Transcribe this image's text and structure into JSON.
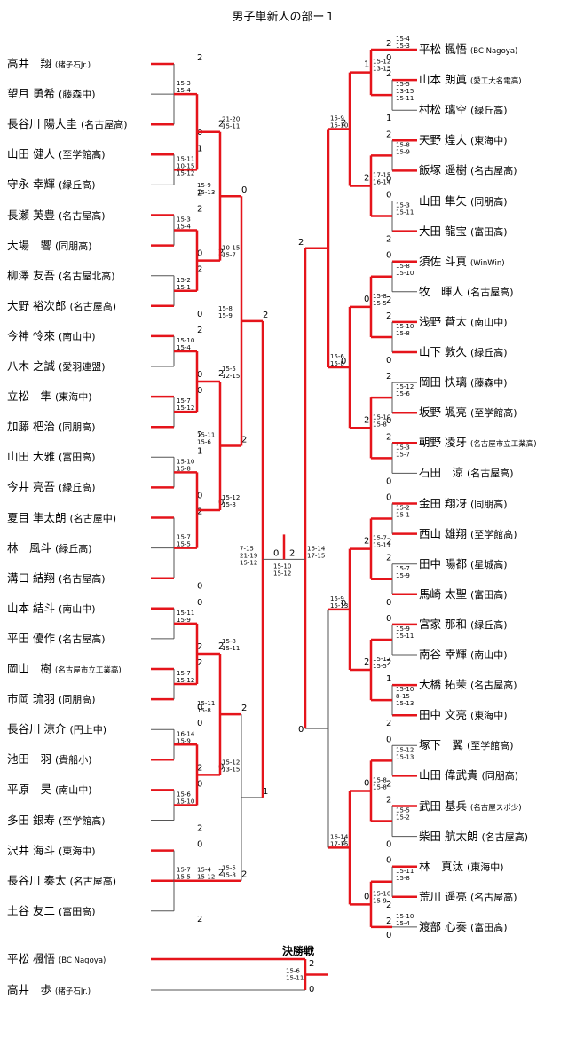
{
  "title": "男子単新人の部ー１",
  "final_title": "決勝戦",
  "left_players": [
    {
      "name": "高井　翔",
      "school": "(猪子石Jr.)"
    },
    {
      "name": "望月 勇希",
      "school": "(藤森中)"
    },
    {
      "name": "長谷川 陽大圭",
      "school": "(名古屋高)"
    },
    {
      "name": "山田 健人",
      "school": "(至学館高)"
    },
    {
      "name": "守永 幸輝",
      "school": "(緑丘高)"
    },
    {
      "name": "長瀬 英豊",
      "school": "(名古屋高)"
    },
    {
      "name": "大場　響",
      "school": "(同朋高)"
    },
    {
      "name": "柳澤 友吾",
      "school": "(名古屋北高)"
    },
    {
      "name": "大野 裕次郎",
      "school": "(名古屋高)"
    },
    {
      "name": "今神 怜來",
      "school": "(南山中)"
    },
    {
      "name": "八木 之誠",
      "school": "(愛羽連盟)"
    },
    {
      "name": "立松　隼",
      "school": "(東海中)"
    },
    {
      "name": "加藤 杷治",
      "school": "(同朋高)"
    },
    {
      "name": "山田 大雅",
      "school": "(富田高)"
    },
    {
      "name": "今井 亮吾",
      "school": "(緑丘高)"
    },
    {
      "name": "夏目 隼太朗",
      "school": "(名古屋中)"
    },
    {
      "name": "林　風斗",
      "school": "(緑丘高)"
    },
    {
      "name": "溝口 結翔",
      "school": "(名古屋高)"
    },
    {
      "name": "山本 結斗",
      "school": "(南山中)"
    },
    {
      "name": "平田 優作",
      "school": "(名古屋高)"
    },
    {
      "name": "岡山　樹",
      "school": "(名古屋市立工業高)"
    },
    {
      "name": "市岡 琉羽",
      "school": "(同朋高)"
    },
    {
      "name": "長谷川 涼介",
      "school": "(円上中)"
    },
    {
      "name": "池田　羽",
      "school": "(貴船小)"
    },
    {
      "name": "平原　昊",
      "school": "(南山中)"
    },
    {
      "name": "多田 銀寿",
      "school": "(至学館高)"
    },
    {
      "name": "沢井 海斗",
      "school": "(東海中)"
    },
    {
      "name": "長谷川 奏太",
      "school": "(名古屋高)"
    },
    {
      "name": "土谷 友二",
      "school": "(富田高)"
    }
  ],
  "right_players": [
    {
      "name": "平松 楓悟",
      "school": "(BC Nagoya)"
    },
    {
      "name": "山本 朗眞",
      "school": "(愛工大名電高)"
    },
    {
      "name": "村松 璃空",
      "school": "(緑丘高)"
    },
    {
      "name": "天野 煌大",
      "school": "(東海中)"
    },
    {
      "name": "飯塚 遥樹",
      "school": "(名古屋高)"
    },
    {
      "name": "山田 隼矢",
      "school": "(同朋高)"
    },
    {
      "name": "大田 龍宝",
      "school": "(富田高)"
    },
    {
      "name": "須佐 斗真",
      "school": "(WinWin)"
    },
    {
      "name": "牧　暉人",
      "school": "(名古屋高)"
    },
    {
      "name": "浅野 蒼太",
      "school": "(南山中)"
    },
    {
      "name": "山下 敦久",
      "school": "(緑丘高)"
    },
    {
      "name": "岡田 快璃",
      "school": "(藤森中)"
    },
    {
      "name": "坂野 颯亮",
      "school": "(至学館高)"
    },
    {
      "name": "朝野 凌牙",
      "school": "(名古屋市立工業高)"
    },
    {
      "name": "石田　涼",
      "school": "(名古屋高)"
    },
    {
      "name": "金田 翔冴",
      "school": "(同朋高)"
    },
    {
      "name": "西山 雄翔",
      "school": "(至学館高)"
    },
    {
      "name": "田中 陽都",
      "school": "(星城高)"
    },
    {
      "name": "馬崎 太聖",
      "school": "(富田高)"
    },
    {
      "name": "宮家 那和",
      "school": "(緑丘高)"
    },
    {
      "name": "南谷 幸輝",
      "school": "(南山中)"
    },
    {
      "name": "大橋 拓茉",
      "school": "(名古屋高)"
    },
    {
      "name": "田中 文亮",
      "school": "(東海中)"
    },
    {
      "name": "塚下　翼",
      "school": "(至学館高)"
    },
    {
      "name": "山田 偉武貴",
      "school": "(同朋高)"
    },
    {
      "name": "武田 基兵",
      "school": "(名古屋スポ少)"
    },
    {
      "name": "柴田 航太朗",
      "school": "(名古屋高)"
    },
    {
      "name": "林　真汰",
      "school": "(東海中)"
    },
    {
      "name": "荒川 遥亮",
      "school": "(名古屋高)"
    },
    {
      "name": "渡部 心奏",
      "school": "(富田高)"
    }
  ],
  "final_players": [
    {
      "name": "平松 楓悟",
      "school": "(BC Nagoya)"
    },
    {
      "name": "高井　歩",
      "school": "(猪子石Jr.)"
    }
  ],
  "left_scores": [
    {
      "tl": "2",
      "bl": "0",
      "s": [
        "15-3",
        "15-4"
      ]
    },
    {
      "tl": "1",
      "bl": "2",
      "s": [
        "15-11",
        "10-15",
        "15-12"
      ]
    },
    {
      "tl": "2",
      "bl": "0",
      "s": [
        "15-3",
        "15-4"
      ]
    },
    {
      "tl": "2",
      "bl": "0",
      "s": [
        "15-2",
        "15-1"
      ]
    },
    {
      "tl": "2",
      "bl": "0",
      "s": [
        "15-10",
        "15-4"
      ]
    },
    {
      "tl": "0",
      "bl": "2",
      "s": [
        "15-7",
        "15-12"
      ]
    },
    {
      "tl": "1",
      "bl": "0",
      "s": [
        "15-10",
        "15-8"
      ]
    },
    {
      "tl": "2",
      "bl": "0",
      "s": [
        "15-7",
        "15-5"
      ]
    },
    {
      "tl": "0",
      "bl": "2",
      "s": [
        "15-11",
        "15-9"
      ]
    },
    {
      "tl": "2",
      "bl": "0",
      "s": [
        "15-7",
        "15-12"
      ]
    },
    {
      "tl": "0",
      "bl": "2",
      "s": [
        "16-14",
        "15-9"
      ]
    },
    {
      "tl": "0",
      "bl": "2",
      "s": [
        "15-6",
        "15-10"
      ]
    },
    {
      "tl": "0",
      "bl": "2",
      "s": [
        "15-7",
        "15-5"
      ]
    },
    {
      "tl": "2",
      "bl": "0",
      "s": [
        "21-20",
        "15-11"
      ]
    },
    {
      "tl": "2",
      "bl": "1",
      "s": [
        "10-15",
        "15-7",
        "15-13"
      ]
    },
    {
      "tl": "2",
      "bl": "1",
      "s": [
        "15-5",
        "12-15",
        "15-3"
      ]
    },
    {
      "tl": "0",
      "bl": "2",
      "s": [
        "15-12",
        "15-8"
      ]
    },
    {
      "tl": "2",
      "bl": "1",
      "s": [
        "15-8",
        "15-11"
      ]
    },
    {
      "tl": "0",
      "bl": "2",
      "s": [
        "15-12",
        "13-15",
        "15-13"
      ]
    },
    {
      "tl": "2",
      "bl": "0",
      "s": [
        "15-5",
        "15-8"
      ]
    },
    {
      "tl": "0",
      "bl": "2",
      "s": [
        "15-9",
        "15-13"
      ]
    },
    {
      "tl": "2",
      "bl": "0",
      "s": [
        "15-11",
        "15-6"
      ]
    },
    {
      "tl": "2",
      "bl": "0",
      "s": [
        "15-11",
        "15-8"
      ]
    },
    {
      "tl": "2",
      "bl": "0",
      "s": [
        "15-4",
        "15-12"
      ]
    },
    {
      "tl": "0",
      "bl": "2",
      "s": [
        "15-8",
        "15-9"
      ]
    },
    {
      "tl": "0",
      "bl": "2",
      "s": [
        "15-10",
        "15-7"
      ]
    },
    {
      "tl": "0",
      "bl": "2",
      "s": [
        "16-14",
        "15-11"
      ]
    },
    {
      "tl": "1",
      "bl": "0",
      "s": [
        "15-6",
        "15-4"
      ]
    },
    {
      "tl": "0",
      "bl": "2",
      "s": [
        "7-15",
        "21-19",
        "15-12"
      ]
    }
  ],
  "right_scores": [
    {
      "tl": "2",
      "bl": "0",
      "s": [
        "15-4",
        "15-3"
      ]
    },
    {
      "tl": "2",
      "bl": "1",
      "s": [
        "15-5",
        "13-15",
        "15-11"
      ]
    },
    {
      "tl": "2",
      "bl": "0",
      "s": [
        "15-8",
        "15-9"
      ]
    },
    {
      "tl": "0",
      "bl": "2",
      "s": [
        "15-3",
        "15-11"
      ]
    },
    {
      "tl": "0",
      "bl": "2",
      "s": [
        "15-8",
        "15-10"
      ]
    },
    {
      "tl": "2",
      "bl": "0",
      "s": [
        "15-10",
        "15-8"
      ]
    },
    {
      "tl": "2",
      "bl": "0",
      "s": [
        "15-12",
        "15-6"
      ]
    },
    {
      "tl": "2",
      "bl": "0",
      "s": [
        "15-3",
        "15-7"
      ]
    },
    {
      "tl": "0",
      "bl": "2",
      "s": [
        "15-2",
        "15-1"
      ]
    },
    {
      "tl": "2",
      "bl": "0",
      "s": [
        "15-7",
        "15-9"
      ]
    },
    {
      "tl": "0",
      "bl": "2",
      "s": [
        "15-9",
        "15-11"
      ]
    },
    {
      "tl": "1",
      "bl": "2",
      "s": [
        "15-10",
        "8-15",
        "15-13"
      ]
    },
    {
      "tl": "0",
      "bl": "2",
      "s": [
        "15-12",
        "15-13"
      ]
    },
    {
      "tl": "2",
      "bl": "0",
      "s": [
        "15-5",
        "15-2"
      ]
    },
    {
      "tl": "0",
      "bl": "2",
      "s": [
        "15-11",
        "15-8"
      ]
    },
    {
      "tl": "2",
      "bl": "0",
      "s": [
        "15-10",
        "15-4"
      ]
    },
    {
      "tl": "1",
      "bl": "2",
      "s": [
        "15-12",
        "13-15",
        "15-11"
      ]
    },
    {
      "tl": "2",
      "bl": "0",
      "s": [
        "17-15",
        "16-14"
      ]
    },
    {
      "tl": "0",
      "bl": "2",
      "s": [
        "15-8",
        "15-5"
      ]
    },
    {
      "tl": "2",
      "bl": "0",
      "s": [
        "15-10",
        "15-8"
      ]
    },
    {
      "tl": "2",
      "bl": "0",
      "s": [
        "15-7",
        "15-11"
      ]
    },
    {
      "tl": "2",
      "bl": "0",
      "s": [
        "15-12",
        "15-5"
      ]
    },
    {
      "tl": "0",
      "bl": "2",
      "s": [
        "15-8",
        "15-8"
      ]
    },
    {
      "tl": "0",
      "bl": "2",
      "s": [
        "15-10",
        "15-9"
      ]
    },
    {
      "tl": "2",
      "bl": "0",
      "s": [
        "15-9",
        "15-10"
      ]
    },
    {
      "tl": "0",
      "bl": "2",
      "s": [
        "15-6",
        "15-8"
      ]
    },
    {
      "tl": "0",
      "bl": "2",
      "s": [
        "15-9",
        "15-13"
      ]
    },
    {
      "tl": "2",
      "bl": "0",
      "s": [
        "16-14",
        "17-15"
      ]
    }
  ],
  "center": {
    "left_score": "0",
    "right_score": "2",
    "scores": [
      "15-10",
      "15-12"
    ]
  },
  "final": {
    "top_score": "2",
    "bottom_score": "0",
    "scores": [
      "15-6",
      "15-11"
    ]
  }
}
